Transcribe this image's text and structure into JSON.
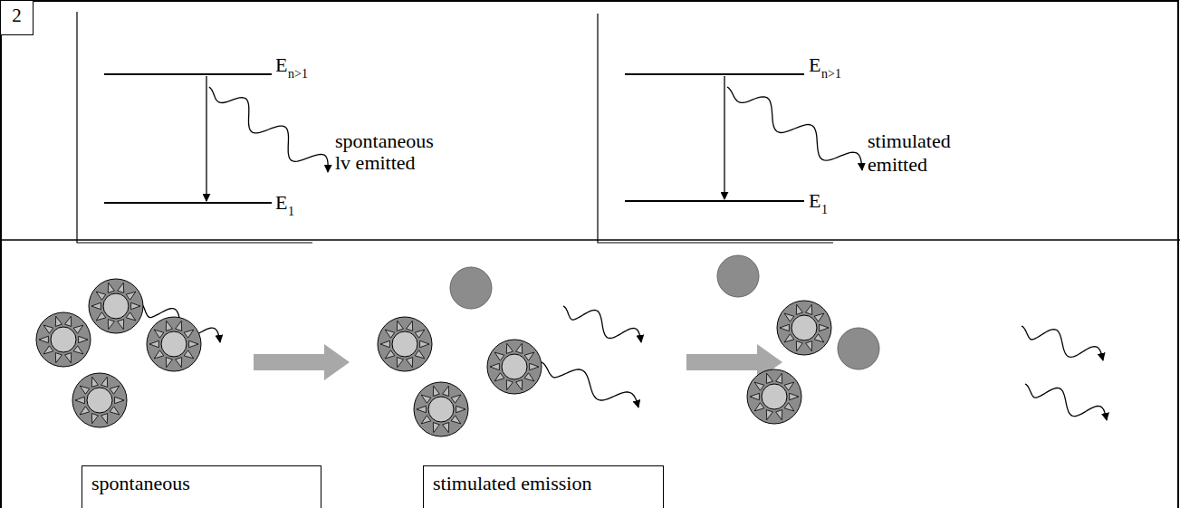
{
  "diagram": {
    "nodes": [
      {
        "text": [
          "2"
        ]
      },
      {
        "text": [
          "spontaneous"
        ]
      },
      {
        "text": [
          "stimulated emission"
        ]
      }
    ],
    "labels": [
      "E",
      "n>1",
      "spontaneous",
      "lv emitted",
      "E",
      "1",
      "E",
      "n>1",
      "stimulated",
      "emitted",
      "E",
      "1"
    ]
  }
}
